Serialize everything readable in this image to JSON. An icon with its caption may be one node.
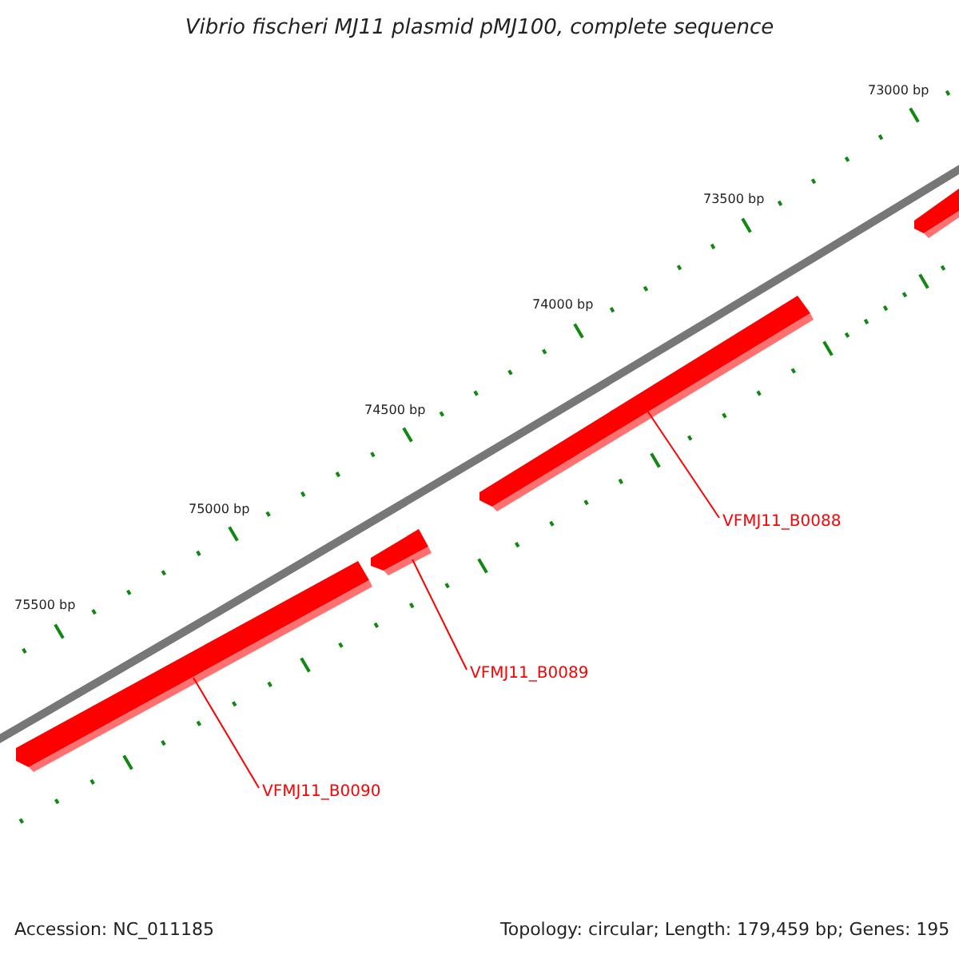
{
  "diagram": {
    "title": "Vibrio fischeri MJ11 plasmid pMJ100, complete sequence",
    "nodes": [
      {
        "text": [],
        "shape": "bar"
      },
      {
        "text": [],
        "shape": "bar"
      },
      {
        "text": [],
        "shape": "bar"
      },
      {
        "text": [],
        "shape": "bar"
      },
      {
        "text": [
          "VFMJ11_B0088"
        ]
      },
      {
        "text": [
          "VFMJ11_B0089"
        ]
      },
      {
        "text": [
          "VFMJ11_B0090"
        ]
      }
    ],
    "edges": [
      {
        "from": 4,
        "to": 1,
        "arrow": "none"
      },
      {
        "from": 5,
        "to": 2,
        "arrow": "none"
      },
      {
        "from": 6,
        "to": 3,
        "arrow": "none"
      }
    ],
    "labels": [
      "73000 bp",
      "73500 bp",
      "74000 bp",
      "74500 bp",
      "75000 bp",
      "75500 bp",
      "Accession: NC_011185",
      "Topology: circular; Length: 179,459 bp; Genes: 195"
    ]
  }
}
